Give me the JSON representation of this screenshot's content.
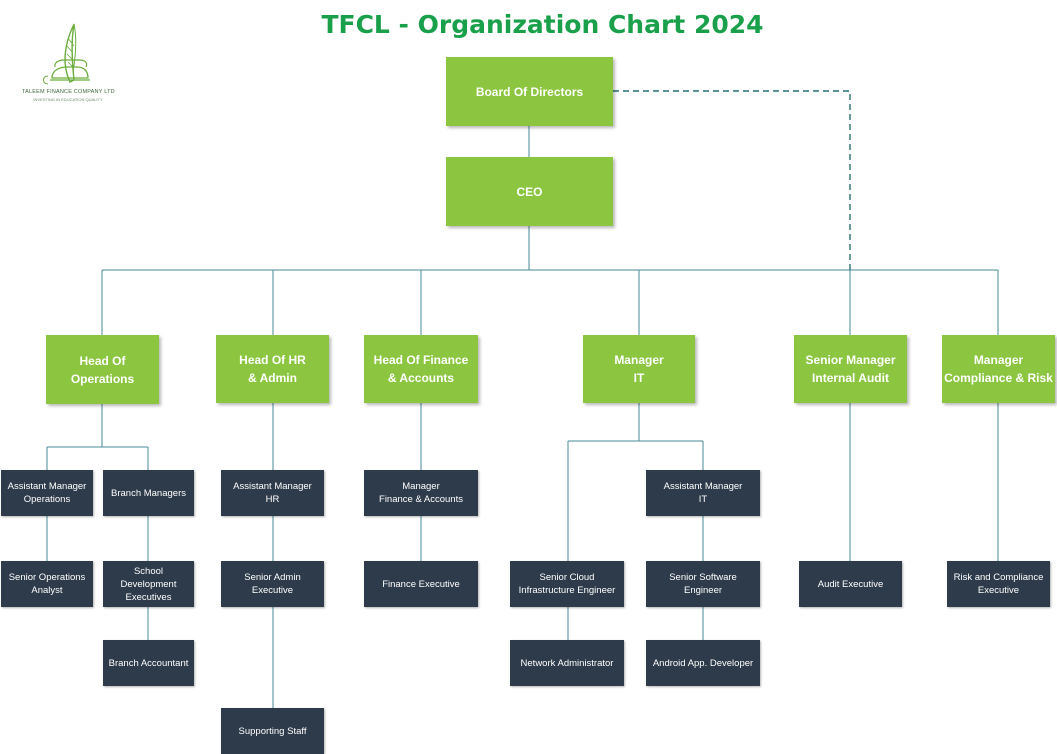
{
  "title": "TFCL - Organization Chart 2024",
  "logo": {
    "company": "TALEEM FINANCE COMPANY LTD",
    "tagline": "INVESTING IN EDUCATION QUALITY"
  },
  "colors": {
    "title": "#1aa04a",
    "primary_box": "#8cc641",
    "secondary_box": "#2e3b4a",
    "connector": "#4a8a9a"
  },
  "chart": {
    "board": "Board Of Directors",
    "ceo": "CEO",
    "heads": [
      {
        "label": "Head Of\nOperations",
        "reports": [
          {
            "label": "Assistant Manager\nOperations",
            "reports": [
              {
                "label": "Senior Operations\nAnalyst"
              }
            ]
          },
          {
            "label": "Branch Managers",
            "reports": [
              {
                "label": "School Development\nExecutives",
                "reports": [
                  {
                    "label": "Branch Accountant"
                  }
                ]
              }
            ]
          }
        ]
      },
      {
        "label": "Head Of HR\n& Admin",
        "reports": [
          {
            "label": "Assistant Manager\nHR",
            "reports": [
              {
                "label": "Senior Admin\nExecutive",
                "reports": [
                  {
                    "label": "Supporting Staff"
                  }
                ]
              }
            ]
          }
        ]
      },
      {
        "label": "Head Of Finance\n& Accounts",
        "reports": [
          {
            "label": "Manager\nFinance & Accounts",
            "reports": [
              {
                "label": "Finance Executive"
              }
            ]
          }
        ]
      },
      {
        "label": "Manager\nIT",
        "reports": [
          {
            "label": "Senior Cloud\nInfrastructure Engineer",
            "reports": [
              {
                "label": "Network Administrator"
              }
            ]
          },
          {
            "label": "Assistant Manager\nIT",
            "reports": [
              {
                "label": "Senior Software\nEngineer",
                "reports": [
                  {
                    "label": "Android App. Developer"
                  }
                ]
              }
            ]
          }
        ]
      },
      {
        "label": "Senior Manager\nInternal Audit",
        "reports_to": "Board Of Directors",
        "reports": [
          {
            "label": "Audit Executive"
          }
        ]
      },
      {
        "label": "Manager\nCompliance & Risk",
        "reports": [
          {
            "label": "Risk and Compliance\nExecutive"
          }
        ]
      }
    ]
  }
}
